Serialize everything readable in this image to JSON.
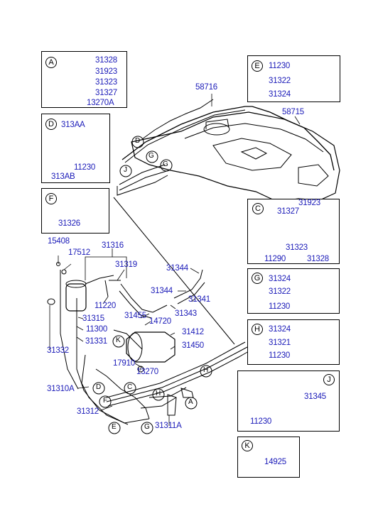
{
  "page": {
    "background": "#ffffff",
    "label_color": "#1a1ab8",
    "line_color": "#000000"
  },
  "boxes": {
    "A": {
      "badge": "A",
      "parts": [
        "31328",
        "31923",
        "31323",
        "31327",
        "13270A"
      ]
    },
    "D": {
      "badge": "D",
      "parts": [
        "313AA",
        "11230",
        "313AB"
      ]
    },
    "F": {
      "badge": "F",
      "parts": [
        "31326"
      ]
    },
    "E": {
      "badge": "E",
      "parts": [
        "11230",
        "31322",
        "31324"
      ]
    },
    "C": {
      "badge": "C",
      "parts": [
        "31923",
        "31327",
        "31323",
        "11290",
        "31328"
      ]
    },
    "G": {
      "badge": "G",
      "parts": [
        "31324",
        "31322",
        "11230"
      ]
    },
    "H": {
      "badge": "H",
      "parts": [
        "31324",
        "31321",
        "11230"
      ]
    },
    "J": {
      "badge": "J",
      "parts": [
        "31345",
        "11230"
      ]
    },
    "K": {
      "badge": "K",
      "parts": [
        "14925"
      ]
    }
  },
  "main": {
    "tank_parts": [
      "58716",
      "58715"
    ],
    "lower_parts": [
      "15408",
      "17512",
      "31316",
      "31319",
      "31344",
      "31344",
      "31341",
      "31343",
      "11220",
      "31455",
      "14720",
      "31412",
      "31450",
      "31315",
      "11300",
      "31331",
      "31332",
      "17910",
      "13270",
      "31310A",
      "31312",
      "31311A"
    ],
    "callouts": [
      "D",
      "G",
      "G",
      "J",
      "K",
      "H",
      "D",
      "C",
      "F",
      "E",
      "G",
      "H",
      "A"
    ]
  }
}
